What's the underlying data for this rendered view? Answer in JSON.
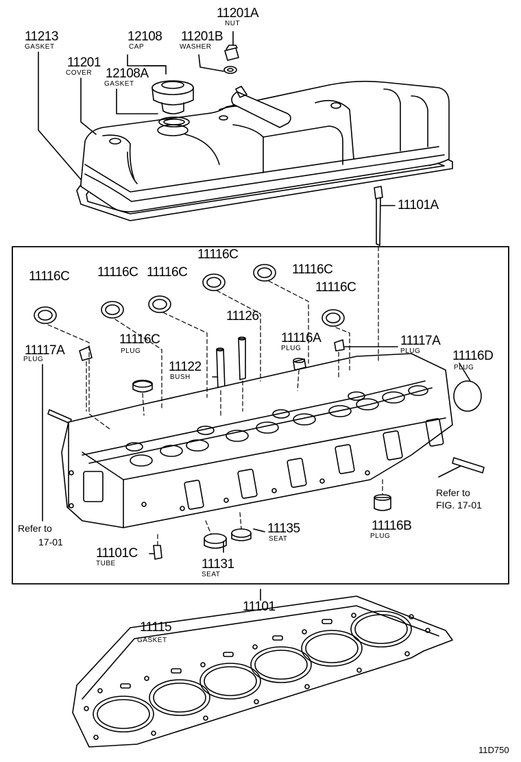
{
  "diagram_code": "11D750",
  "labels": {
    "p11201A": {
      "num": "11201A",
      "sub": "NUT"
    },
    "p11213": {
      "num": "11213",
      "sub": "GASKET"
    },
    "p12108": {
      "num": "12108",
      "sub": "CAP"
    },
    "p11201B": {
      "num": "11201B",
      "sub": "WASHER"
    },
    "p11201": {
      "num": "11201",
      "sub": "COVER"
    },
    "p12108A": {
      "num": "12108A",
      "sub": "GASKET"
    },
    "p11101A": {
      "num": "11101A"
    },
    "p11116C_1": {
      "num": "11116C"
    },
    "p11116C_2": {
      "num": "11116C"
    },
    "p11116C_3": {
      "num": "11116C"
    },
    "p11116C_4": {
      "num": "11116C"
    },
    "p11116C_5": {
      "num": "11116C"
    },
    "p11116C_6": {
      "num": "11116C"
    },
    "p11116C_plug": {
      "num": "11116C",
      "sub": "PLUG"
    },
    "p11126": {
      "num": "11126"
    },
    "p11116A": {
      "num": "11116A",
      "sub": "PLUG"
    },
    "p11117A_left": {
      "num": "11117A",
      "sub": "PLUG"
    },
    "p11117A_right": {
      "num": "11117A",
      "sub": "PLUG"
    },
    "p11116D": {
      "num": "11116D",
      "sub": "PLUG"
    },
    "p11122": {
      "num": "11122",
      "sub": "BUSH"
    },
    "p11135": {
      "num": "11135",
      "sub": "SEAT"
    },
    "p11131": {
      "num": "11131",
      "sub": "SEAT"
    },
    "p11116B": {
      "num": "11116B",
      "sub": "PLUG"
    },
    "p11101C": {
      "num": "11101C",
      "sub": "TUBE"
    },
    "p11101": {
      "num": "11101"
    },
    "p11115": {
      "num": "11115",
      "sub": "GASKET"
    }
  },
  "refs": {
    "left": {
      "line1": "Refer to",
      "line2": "17-01"
    },
    "right": {
      "line1": "Refer to",
      "line2": "FIG. 17-01"
    }
  }
}
